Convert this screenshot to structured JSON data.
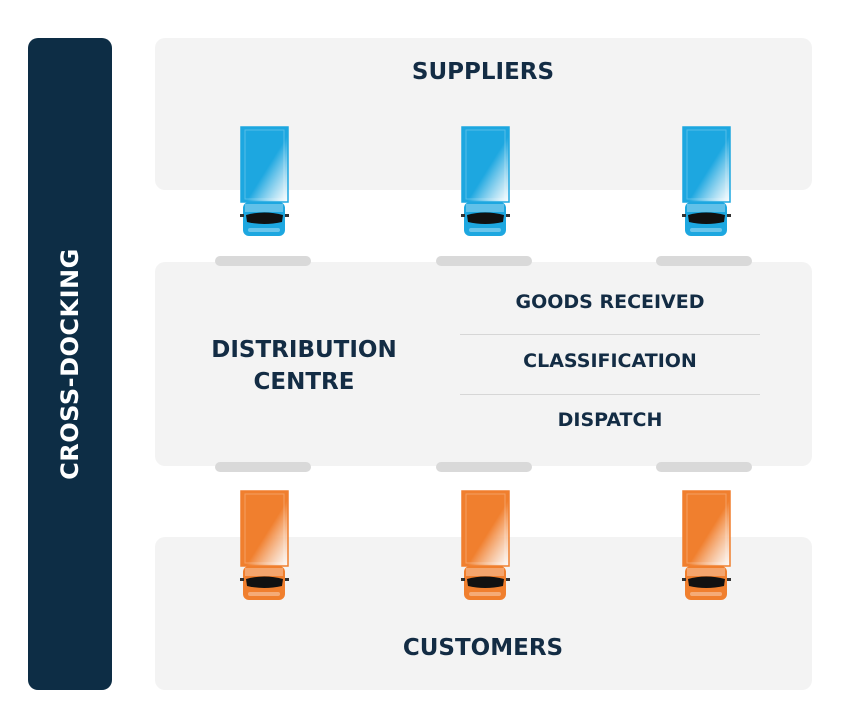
{
  "sidebar": {
    "label": "CROSS-DOCKING"
  },
  "suppliers": {
    "title": "SUPPLIERS"
  },
  "distribution": {
    "title_line1": "DISTRIBUTION",
    "title_line2": "CENTRE",
    "steps": [
      "GOODS RECEIVED",
      "CLASSIFICATION",
      "DISPATCH"
    ]
  },
  "customers": {
    "title": "CUSTOMERS"
  },
  "colors": {
    "navy": "#0d2d45",
    "supplier_truck": "#1da7e0",
    "customer_truck": "#f07f2e",
    "panel": "#f3f3f3"
  }
}
